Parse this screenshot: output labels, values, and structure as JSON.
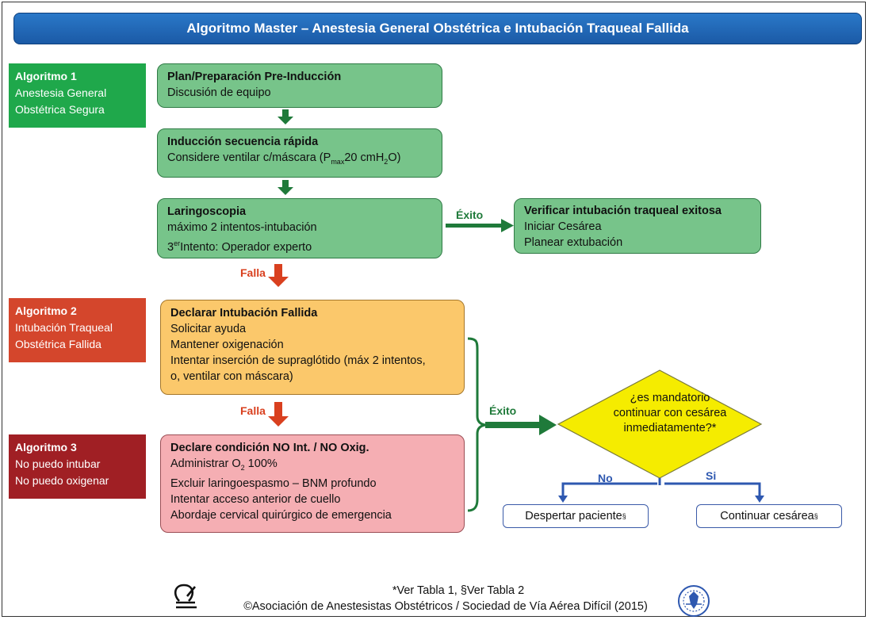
{
  "title": "Algoritmo Master – Anestesia General Obstétrica e Intubación Traqueal Fallida",
  "algorithms": [
    {
      "heading": "Algoritmo 1",
      "line1": "Anestesia General",
      "line2": "Obstétrica Segura",
      "color": "#1fa84b"
    },
    {
      "heading": "Algoritmo 2",
      "line1": "Intubación Traqueal",
      "line2": "Obstétrica Fallida",
      "color": "#d4462c"
    },
    {
      "heading": "Algoritmo 3",
      "line1": "No puedo intubar",
      "line2": "No puedo oxigenar",
      "color": "#a01f24"
    }
  ],
  "boxes": {
    "plan": {
      "heading": "Plan/Preparación Pre-Inducción",
      "line1": "Discusión de equipo"
    },
    "induction": {
      "heading": "Inducción secuencia rápida",
      "line1_prefix": "Considere ventilar c/máscara (P",
      "line1_sub": "max",
      "line1_mid": "20 cmH",
      "line1_sub2": "2",
      "line1_suffix": "O)"
    },
    "laryngoscopy": {
      "heading": "Laringoscopia",
      "line1": "máximo 2 intentos-intubación",
      "line2_prefix": "3",
      "line2_sup": "er",
      "line2_suffix": "Intento:   Operador experto"
    },
    "verify": {
      "heading": "Verificar intubación traqueal exitosa",
      "line1": "Iniciar Cesárea",
      "line2": "Planear extubación"
    },
    "failed": {
      "heading": "Declarar Intubación Fallida",
      "line1": "Solicitar ayuda",
      "line2": "Mantener oxigenación",
      "line3": "Intentar inserción de supraglótido (máx 2 intentos,",
      "line4": "o, ventilar con máscara)"
    },
    "cico": {
      "heading": "Declare condición NO Int. / NO Oxig.",
      "line1_prefix": "Administrar O",
      "line1_sub": "2",
      "line1_suffix": " 100%",
      "line2": "Excluir laringoespasmo – BNM profundo",
      "line3": "Intentar acceso anterior de cuello",
      "line4": "Abordaje cervical quirúrgico de emergencia"
    }
  },
  "decision": {
    "line1": "¿es mandatorio",
    "line2": "continuar con cesárea",
    "line3": "inmediatamente?*"
  },
  "outcomes": {
    "wake_text": "Despertar paciente",
    "wake_mark": "§",
    "continue_text": "Continuar cesárea",
    "continue_mark": "§"
  },
  "edge_labels": {
    "exito_1": "Éxito",
    "falla_1": "Falla",
    "falla_2": "Falla",
    "exito_2": "Éxito",
    "no": "No",
    "si": "Si"
  },
  "footer": {
    "note": "*Ver Tabla 1, §Ver Tabla 2",
    "copyright": "©Asociación de Anestesistas Obstétricos / Sociedad de Vía Aérea Difícil (2015)"
  },
  "colors": {
    "title_blue": "#1b5aa6",
    "box_green": "#77c48a",
    "box_orange": "#fbc86b",
    "box_pink": "#f5aeb3",
    "decision_yellow": "#f5ec00",
    "arrow_green": "#1f7a3a",
    "arrow_red": "#d9401f",
    "arrow_blue": "#2e58b0"
  }
}
